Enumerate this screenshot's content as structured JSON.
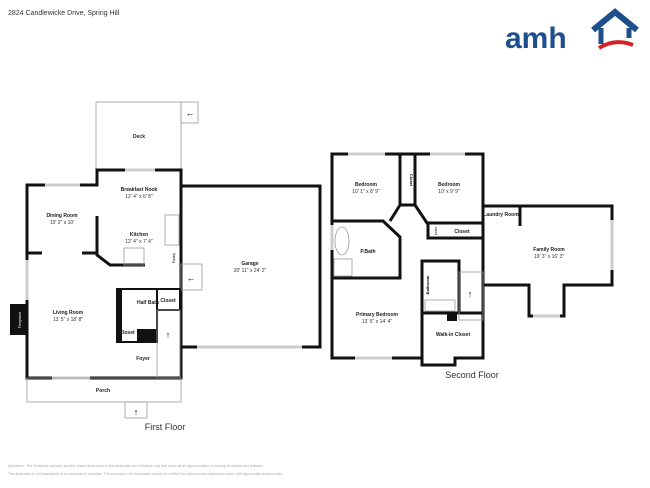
{
  "header": {
    "address": "2824 Candlewicke Drive, Spring Hill",
    "logo_text": "amh",
    "logo_colors": {
      "blue": "#1f4e8c",
      "red": "#d62027"
    }
  },
  "first_floor": {
    "title": "First Floor",
    "rooms": {
      "deck": {
        "name": "Deck"
      },
      "breakfast_nook": {
        "name": "Breakfast Nook",
        "dims": "12' 4\" x 6' 8\""
      },
      "dining_room": {
        "name": "Dining Room",
        "dims": "10' 2\" x 10'"
      },
      "kitchen": {
        "name": "Kitchen",
        "dims": "12' 4\" x 7' 4\""
      },
      "pantry": {
        "name": "Pantry"
      },
      "garage": {
        "name": "Garage",
        "dims": "20' 11\" x 24' 2\""
      },
      "half_bath": {
        "name": "Half Bath"
      },
      "closet1": {
        "name": "Closet"
      },
      "closet2": {
        "name": "Closet"
      },
      "living_room": {
        "name": "Living Room",
        "dims": "13' 5\" x 18' 8\""
      },
      "fireplace": {
        "name": "Fireplace"
      },
      "foyer": {
        "name": "Foyer"
      },
      "porch": {
        "name": "Porch"
      }
    }
  },
  "second_floor": {
    "title": "Second Floor",
    "rooms": {
      "bedroom1": {
        "name": "Bedroom",
        "dims": "10' 1\" x 8' 9\""
      },
      "bedroom2": {
        "name": "Bedroom",
        "dims": "10' x 9' 9\""
      },
      "closet_a": {
        "name": "Closet"
      },
      "closet_b": {
        "name": "Closet"
      },
      "linen": {
        "name": "Linen"
      },
      "laundry": {
        "name": "Laundry Room"
      },
      "family_room": {
        "name": "Family Room",
        "dims": "19' 3\" x 16' 3\""
      },
      "pbath": {
        "name": "P.Bath"
      },
      "bathroom": {
        "name": "Bathroom"
      },
      "primary_bedroom": {
        "name": "Primary Bedroom",
        "dims": "13' 5\" x 14' 4\""
      },
      "walkin": {
        "name": "Walk-in Closet"
      }
    }
  },
  "disclaimer": {
    "line1": "Disclaimer: The floorplans depicted and the stated dimensions in this illustration are indicative only and serve as an approximation of existing structures and features.",
    "line2": "This illustration is not guaranteed to be accurate or complete. The accuracy of all information should be verified through personal inspection and/or with appropriate professionals."
  }
}
